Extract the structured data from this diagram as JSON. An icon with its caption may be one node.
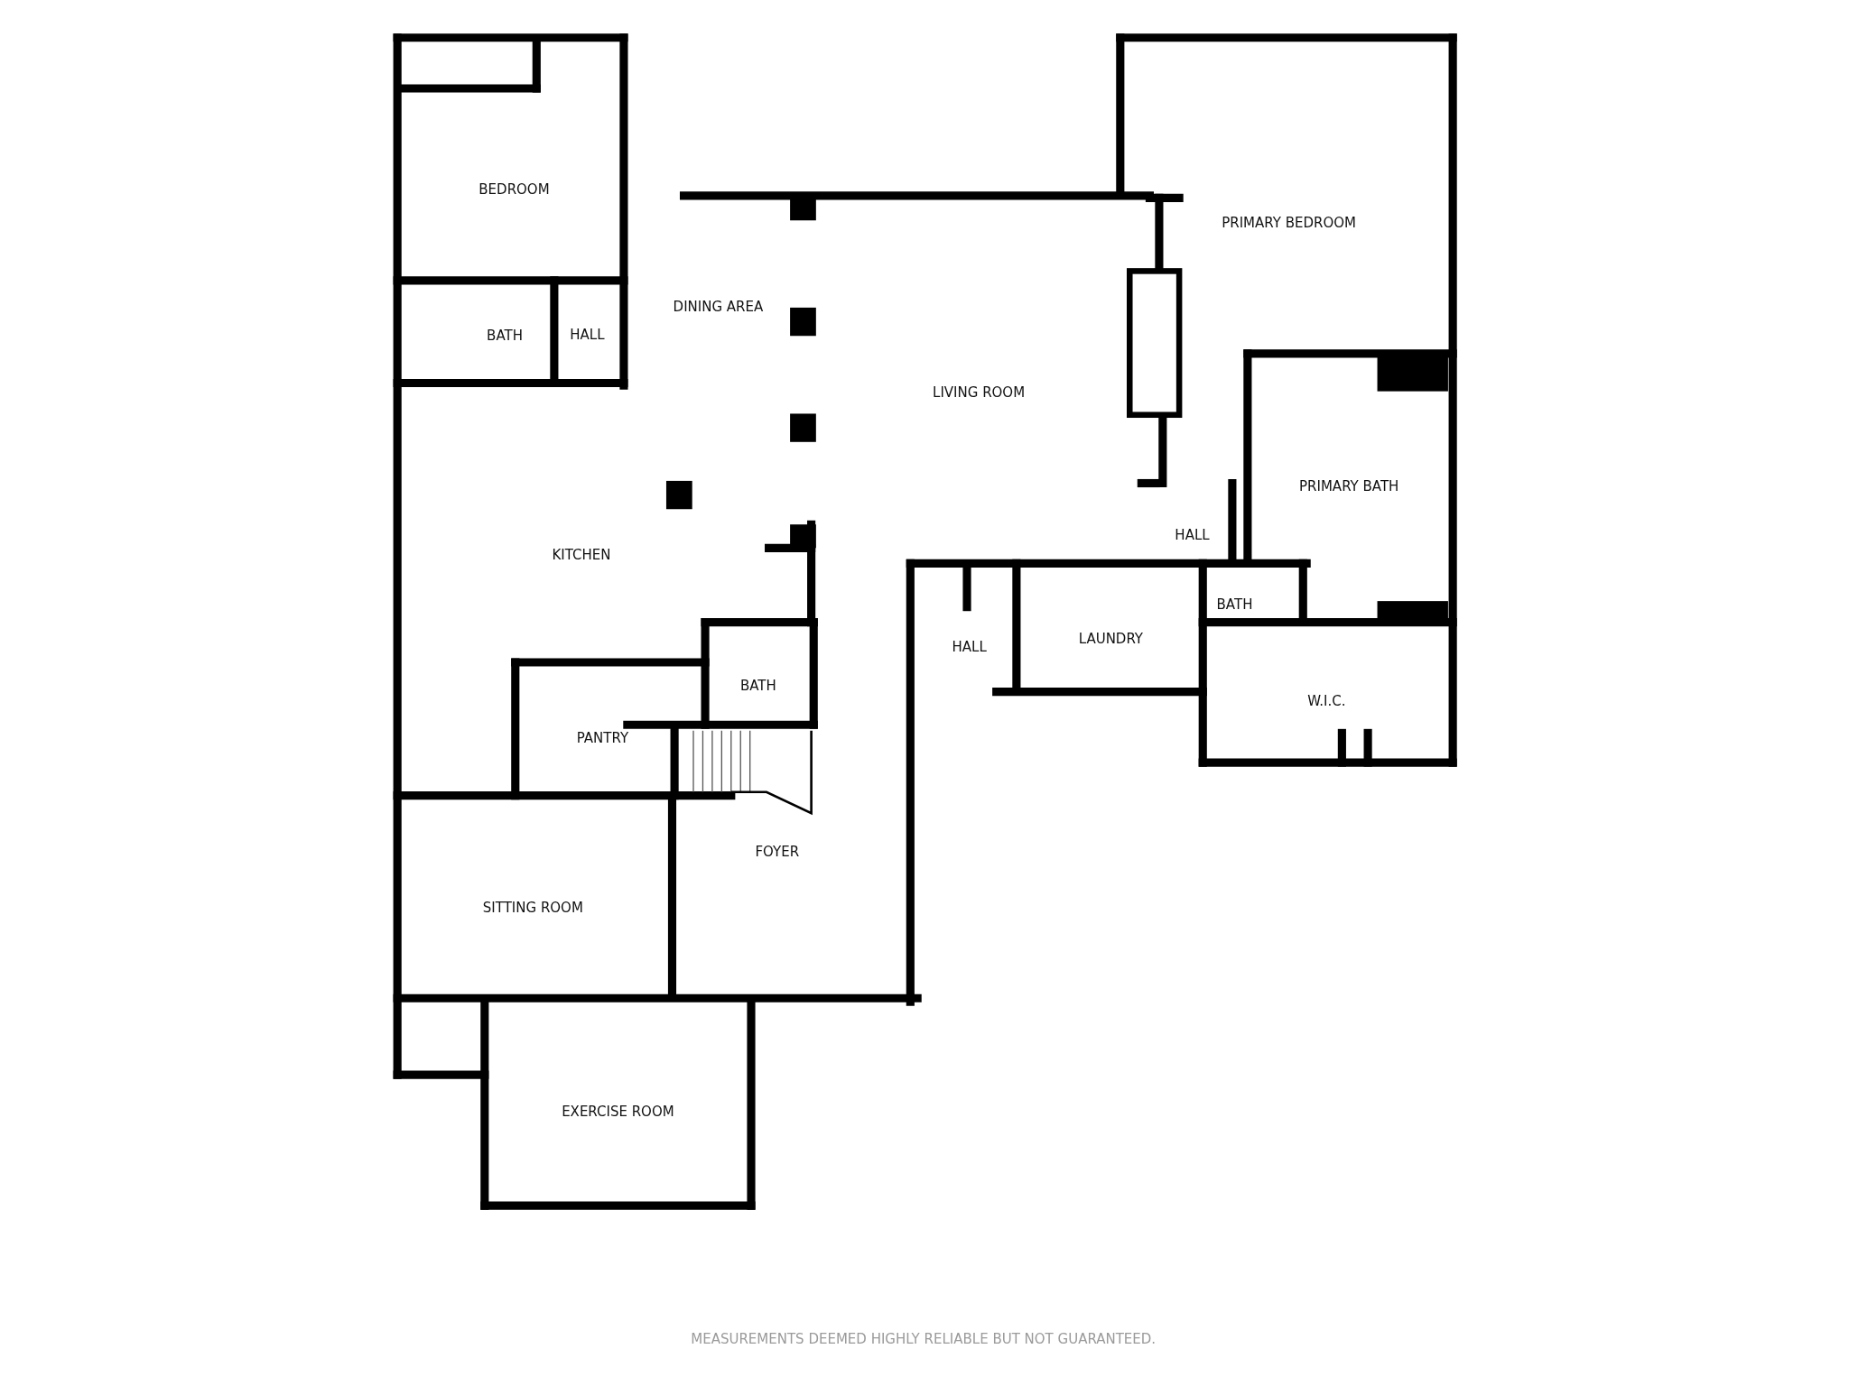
{
  "diagram": {
    "nodes": [
      {
        "text": [
          "BEDROOM"
        ]
      },
      {
        "text": [
          "BATH"
        ]
      },
      {
        "text": [
          "HALL"
        ]
      },
      {
        "text": [
          "DINING AREA"
        ]
      },
      {
        "text": [
          "LIVING ROOM"
        ]
      },
      {
        "text": [
          "PRIMARY BEDROOM"
        ]
      },
      {
        "text": [
          "PRIMARY BATH"
        ]
      },
      {
        "text": [
          "HALL"
        ]
      },
      {
        "text": [
          "KITCHEN"
        ]
      },
      {
        "text": [
          "BATH"
        ]
      },
      {
        "text": [
          "PANTRY"
        ]
      },
      {
        "text": [
          "HALL"
        ]
      },
      {
        "text": [
          "LAUNDRY"
        ]
      },
      {
        "text": [
          "BATH"
        ]
      },
      {
        "text": [
          "W.I.C."
        ]
      },
      {
        "text": [
          "FOYER"
        ]
      },
      {
        "text": [
          "SITTING ROOM"
        ]
      },
      {
        "text": [
          "EXERCISE ROOM"
        ]
      }
    ],
    "labels": [
      "MEASUREMENTS DEEMED HIGHLY RELIABLE BUT NOT GUARANTEED."
    ]
  }
}
